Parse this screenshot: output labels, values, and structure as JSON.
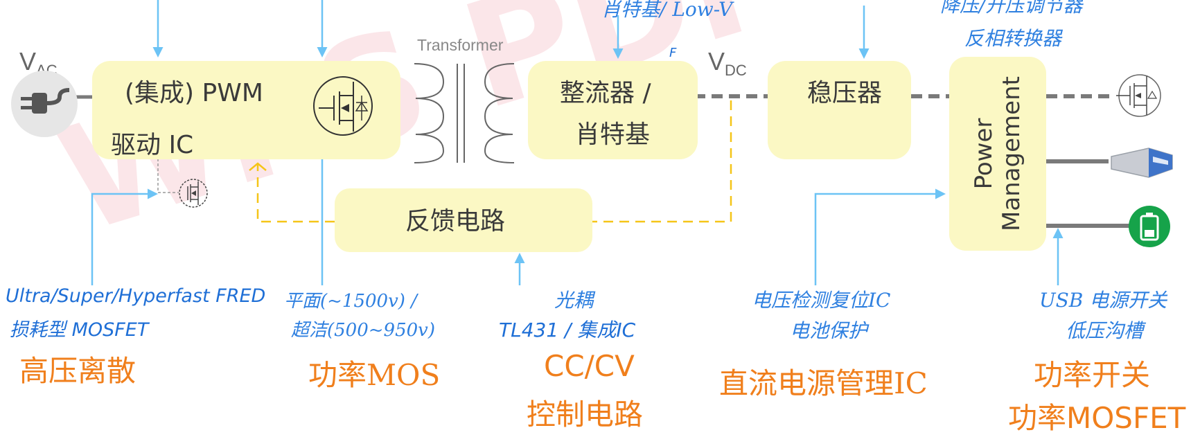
{
  "watermark": "WPS PDF",
  "inputs": {
    "vac_main": "V",
    "vac_sub": "AC",
    "vdc_main": "V",
    "vdc_sub": "DC",
    "f_mark": "F"
  },
  "transformer_label": "Transformer",
  "blocks": {
    "pwm_line1": "(集成) PWM",
    "pwm_line2": "驱动 IC",
    "rectifier_line1": "整流器 /",
    "rectifier_line2": "肖特基",
    "regulator": "稳压器",
    "feedback": "反馈电路",
    "power_management": "Power Management"
  },
  "top_labels": {
    "rectifier_note": "肖特基/ Low-V",
    "pm_line1": "降压/升压调节器",
    "pm_line2": "反相转换器"
  },
  "bottom_labels": {
    "hv": {
      "l1": "Ultra/Super/Hyperfast FRED",
      "l2": "损耗型 MOSFET",
      "title": "高压离散"
    },
    "mos": {
      "l1": "平面(~1500v) /",
      "l2": "超洁(500~950v)",
      "title": "功率MOS"
    },
    "cccv": {
      "l1": "光耦",
      "l2": "TL431 / 集成IC",
      "title1": "CC/CV",
      "title2": "控制电路"
    },
    "dc": {
      "l1": "电压检测复位IC",
      "l2": "电池保护",
      "title": "直流电源管理IC"
    },
    "sw": {
      "l1": "USB 电源开关",
      "l2": "低压沟槽",
      "title1": "功率开关",
      "title2": "功率MOSFET"
    }
  },
  "icons": [
    "plug-icon",
    "mosfet-icon",
    "small-mosfet-icon",
    "output-mosfet-icon",
    "usb-connector-icon",
    "battery-icon"
  ],
  "colors": {
    "block_fill": "#fbf8c4",
    "arrow_blue": "#6cc3f5",
    "feedback_dash": "#f5c518",
    "label_blue": "#1f6fd6",
    "title_orange": "#f07f1c",
    "dash_gray": "#7a7a7a"
  }
}
